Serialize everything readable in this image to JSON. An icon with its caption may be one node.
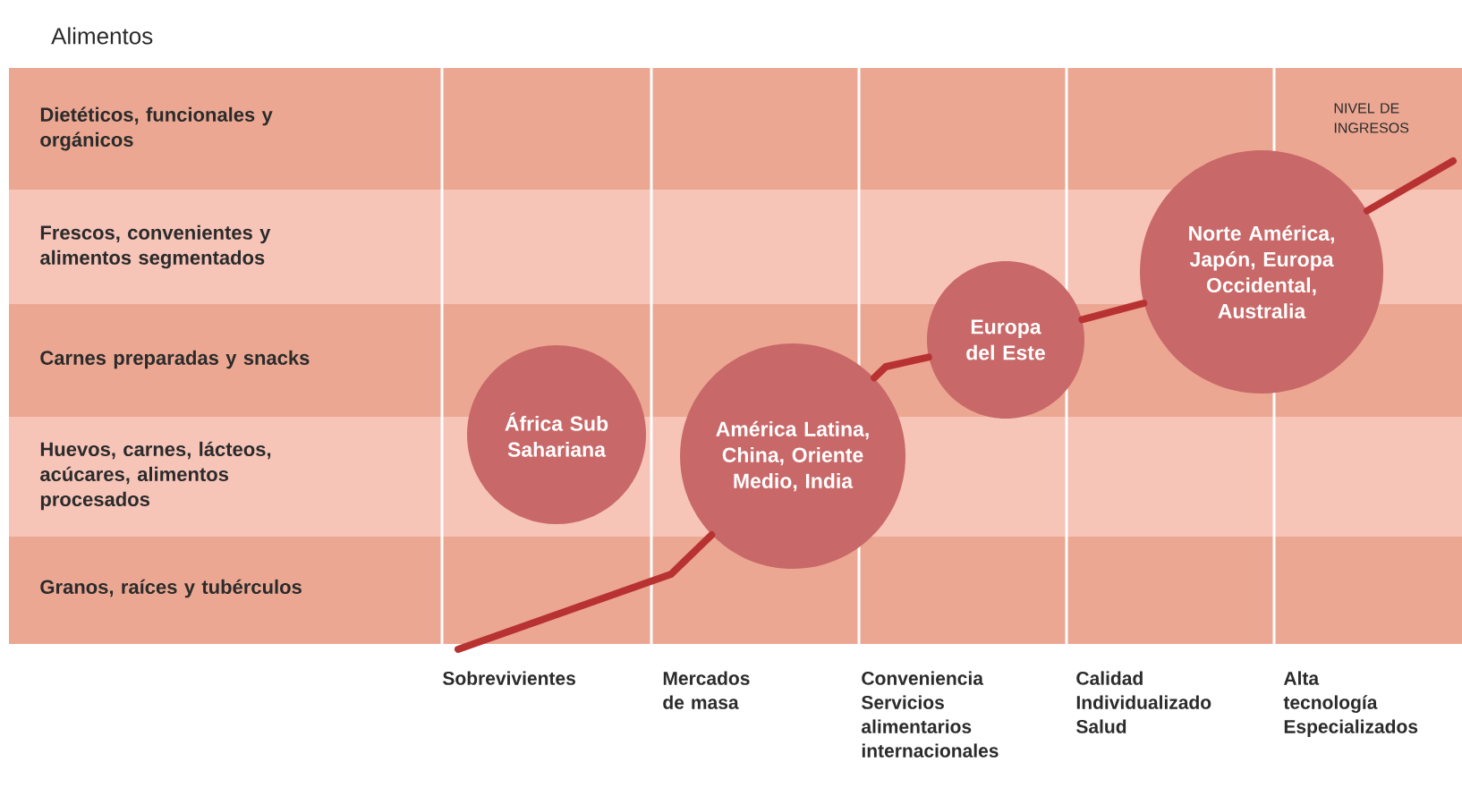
{
  "diagram": {
    "title": "Alimentos",
    "nodes": [
      {
        "text": [
          "África Sub Sahariana"
        ]
      },
      {
        "text": [
          "América Latina, China, Oriente Medio, India"
        ]
      },
      {
        "text": [
          "Europa del Este"
        ]
      },
      {
        "text": [
          "Norte América, Japón, Europa Occidental, Australia"
        ]
      }
    ],
    "edges": [
      {
        "from": null,
        "to": 1,
        "arrow": "none"
      },
      {
        "from": 1,
        "to": 2,
        "arrow": "none"
      },
      {
        "from": 2,
        "to": 3,
        "arrow": "none"
      },
      {
        "from": 3,
        "to": null,
        "arrow": "none"
      }
    ],
    "labels": [
      "Dietéticos, funcionales y orgánicos",
      "NIVEL DE INGRESOS",
      "Frescos, convenientes y alimentos segmentados",
      "Carnes preparadas y snacks",
      "Huevos, carnes, lácteos, acúcares, alimentos procesados",
      "Granos, raíces y tubérculos",
      "Sobrevivientes",
      "Mercados de masa",
      "Conveniencia Servicios alimentarios internacionales",
      "Calidad Individualizado Salud",
      "Alta tecnología Especializados"
    ]
  }
}
